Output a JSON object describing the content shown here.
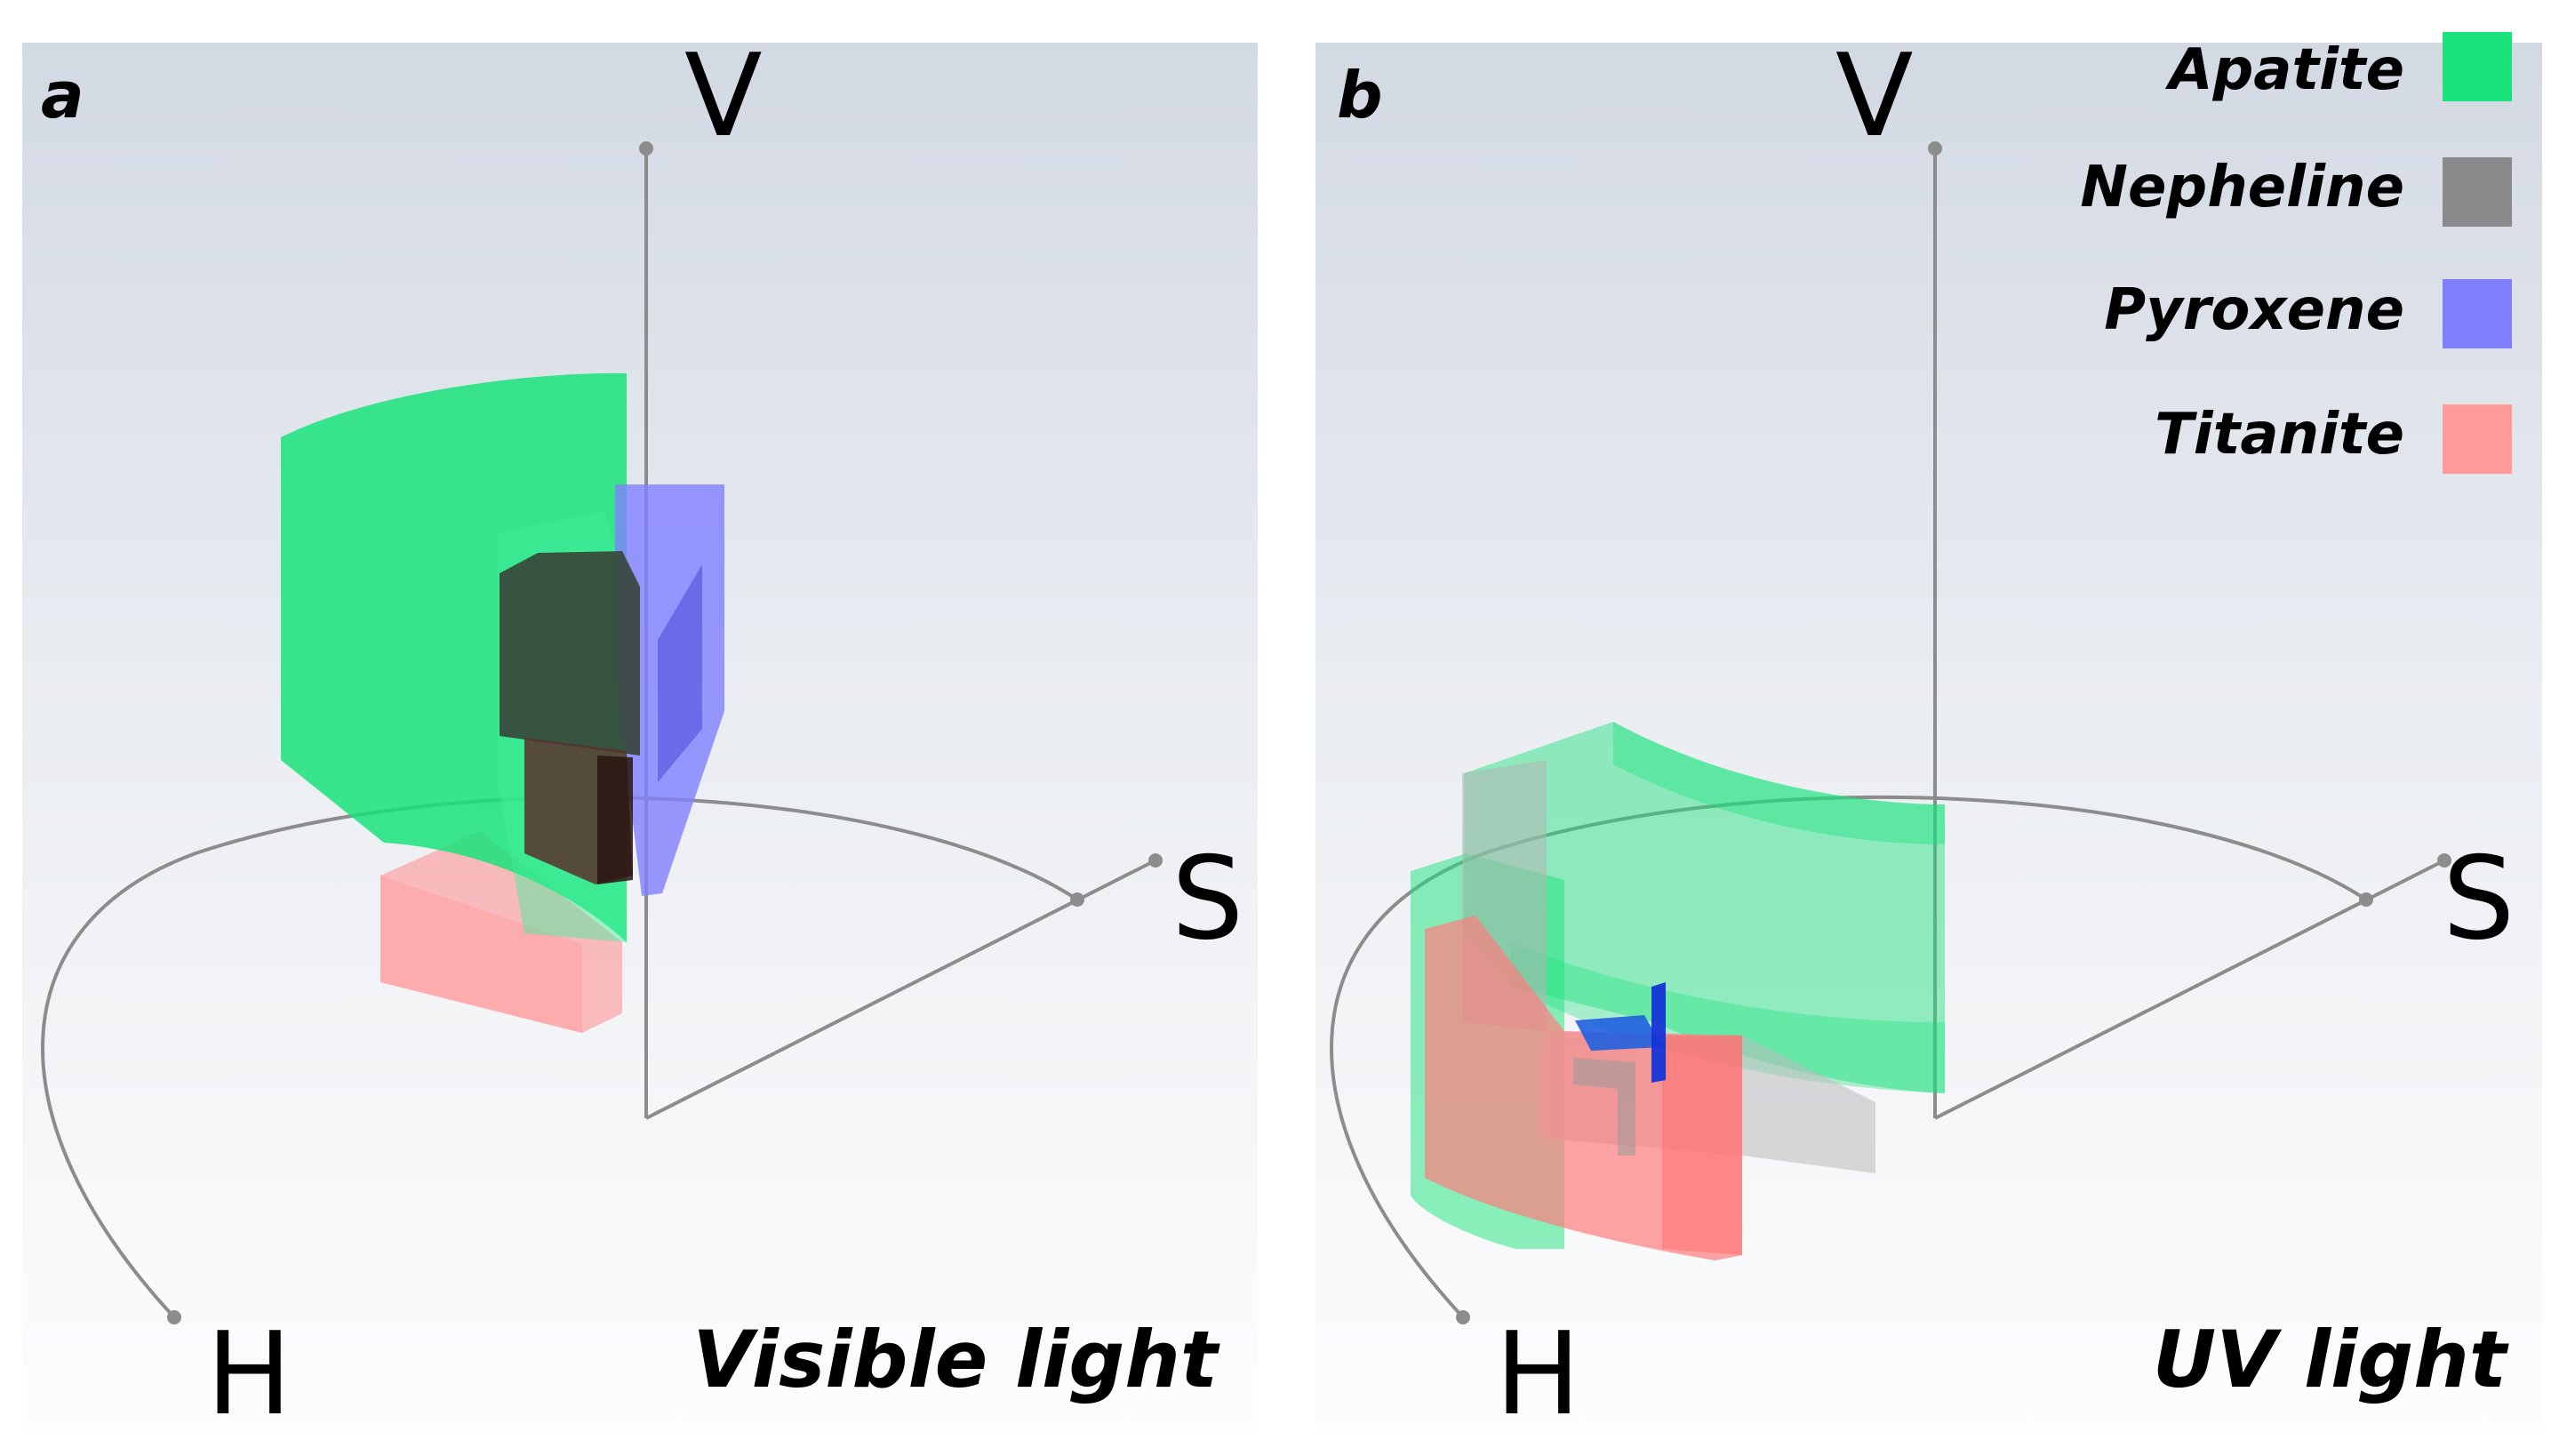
{
  "panels": [
    {
      "letter": "a",
      "caption": "Visible light",
      "axes": {
        "v": "V",
        "s": "S",
        "h": "H"
      }
    },
    {
      "letter": "b",
      "caption": "UV light",
      "axes": {
        "v": "V",
        "s": "S",
        "h": "H"
      }
    }
  ],
  "legend": [
    {
      "label": "Apatite",
      "color": "#19e37a"
    },
    {
      "label": "Nepheline",
      "color": "#8a8a8a"
    },
    {
      "label": "Pyroxene",
      "color": "#8080ff"
    },
    {
      "label": "Titanite",
      "color": "#ff9a9a"
    }
  ],
  "colors": {
    "apatite": "#19e37a",
    "nepheline": "#3d4a3f",
    "pyroxene": "#7f7fff",
    "titanite": "#ff9090",
    "pyroxene_uv": "#1f5fe0"
  }
}
